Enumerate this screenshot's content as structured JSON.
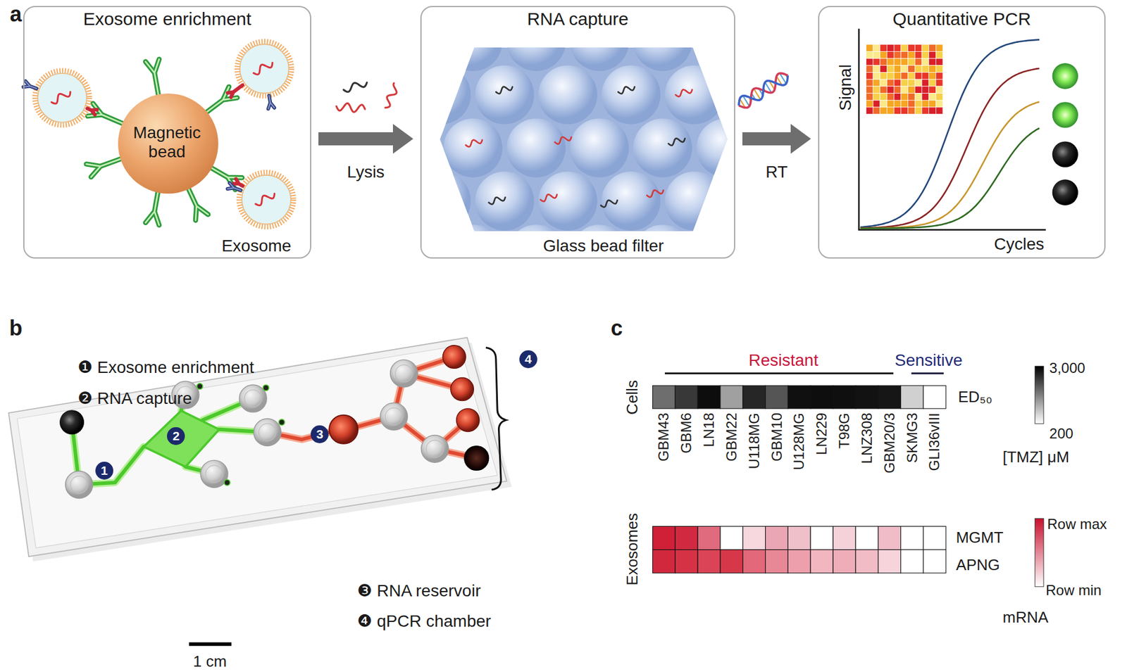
{
  "diagram": {
    "nodes": [
      {
        "text": [
          "Exosome enrichment",
          "Exosome"
        ]
      },
      {
        "text": [
          "Magnetic bead"
        ],
        "in": 0
      },
      {
        "text": [
          "RNA capture",
          "Glass bead filter"
        ]
      },
      {
        "text": [
          "Quantitative PCR",
          "Signal",
          "Cycles"
        ]
      }
    ],
    "edges": [
      {
        "from": 0,
        "to": 2,
        "label": "Lysis",
        "arrow": "to"
      },
      {
        "from": 2,
        "to": 3,
        "label": "RT",
        "arrow": "to"
      }
    ],
    "labels": [
      "a",
      "b",
      "c",
      "❶ Exosome enrichment",
      "❷ RNA capture",
      "❸ RNA reservoir",
      "❹ qPCR chamber",
      "1",
      "2",
      "3",
      "4",
      "1 cm",
      "Resistant",
      "Sensitive",
      "Cells",
      "Exosomes",
      "GBM43",
      "GBM6",
      "LN18",
      "GBM22",
      "U118MG",
      "GBM10",
      "U128MG",
      "LN229",
      "T98G",
      "LNZ308",
      "GBM20/3",
      "SKMG3",
      "GLI36vIII",
      "ED₅₀",
      "MGMT",
      "APNG",
      "3,000",
      "200",
      "[TMZ] μM",
      "Row max",
      "Row min",
      "mRNA"
    ]
  }
}
